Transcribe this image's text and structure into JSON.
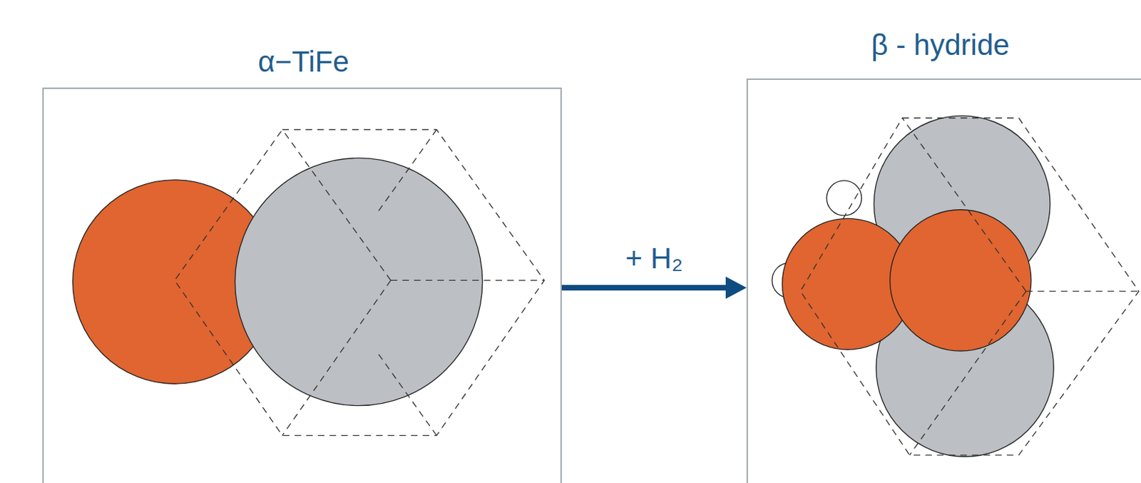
{
  "diagram": {
    "nodes": [
      {
        "text": [
          "α−TiFe"
        ]
      },
      {
        "text": [
          "β - hydride"
        ]
      }
    ],
    "edges": [
      {
        "from": 0,
        "to": 1,
        "arrow": "to",
        "label": "+ H₂"
      }
    ]
  }
}
